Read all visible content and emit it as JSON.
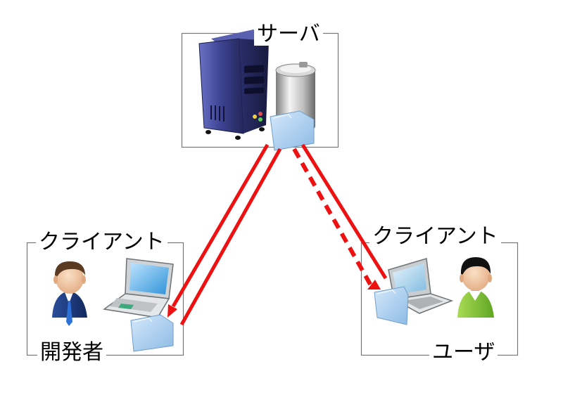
{
  "server": {
    "label": "サーバ"
  },
  "dev_client": {
    "label": "クライアント",
    "role": "開発者"
  },
  "user_client": {
    "label": "クライアント",
    "role": "ユーザ"
  },
  "colors": {
    "arrow": "#ee1111",
    "frame": "#777777",
    "server_body": "#3b3f88",
    "folder": "#a9cdee",
    "dev_shirt": "#1c3a7a",
    "user_shirt": "#8cc63f"
  },
  "icons": [
    "server-tower-icon",
    "database-icon",
    "folder-icon",
    "laptop-icon",
    "person-icon"
  ]
}
